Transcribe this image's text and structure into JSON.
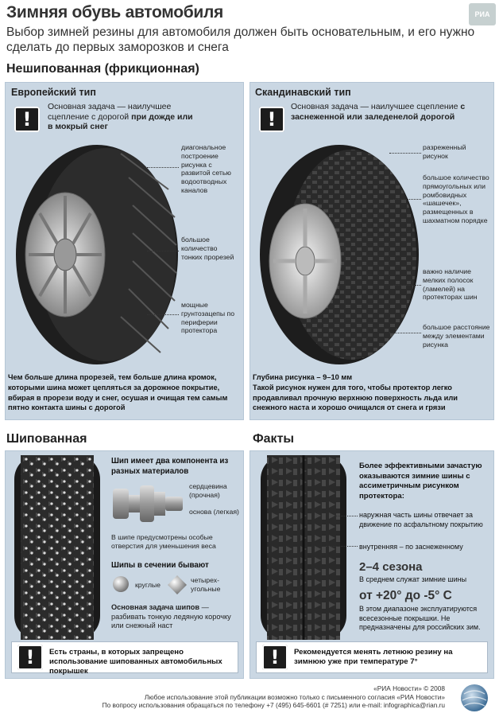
{
  "title": "Зимняя обувь автомобиля",
  "subtitle": "Выбор зимней резины для автомобиля должен быть основательным, и его нужно сделать до первых заморозков и снега",
  "logo_text": "РИА",
  "section_friction": "Нешипованная (фрикционная)",
  "european": {
    "title": "Европейский тип",
    "task_prefix": "Основная задача — наилучшее сцепление с дорогой",
    "task_bold": "при дожде или в мокрый снег",
    "note1": "диагональное построение рисунка с развитой сетью водоотводных каналов",
    "note2": "большое количество тонких прорезей",
    "note3": "мощные грунтозацепы по периферии протектора",
    "caption": "Чем больше длина прорезей, тем больше длина кромок, которыми шина может цепляться за дорожное покрытие, вбирая в прорези воду и снег, осушая и очищая тем самым пятно контакта шины с дорогой"
  },
  "scandinavian": {
    "title": "Скандинавский тип",
    "task_prefix": "Основная задача — наилучшее сцепление",
    "task_bold": "с заснеженной или заледенелой дорогой",
    "note1": "разреженный рисунок",
    "note2": "большое количество прямоугольных или ромбовидных «шашечек», размещенных в шахматном порядке",
    "note3": "важно наличие мелких полосок (ламелей) на протекторах шин",
    "note4": "большое расстояние между элементами рисунка",
    "caption_line1": "Глубина рисунка – 9–10 мм",
    "caption": "Такой рисунок нужен для того, чтобы протектор легко продавливал прочную верхнюю поверхность льда или снежного наста и хорошо очищался от снега и грязи"
  },
  "section_studded": "Шипованная",
  "studded": {
    "stud_title": "Шип имеет два компонента из разных материалов",
    "core": "сердцевина (прочная)",
    "base": "основа (легкая)",
    "holes": "В шипе предусмотрены особые отверстия для уменьшения веса",
    "shapes_title": "Шипы в сечении бывают",
    "round": "круглые",
    "quad": "четырех-угольные",
    "task_bold": "Основная задача шипов",
    "task": "— разбивать тонкую ледяную корочку или снежный наст",
    "bar": "Есть страны, в которых запрещено использование шипованных автомобильных покрышек"
  },
  "section_facts": "Факты",
  "facts": {
    "intro": "Более эффективными зачастую оказываются зимние шины с ассиметричным рисунком протектора:",
    "outer": "наружная часть шины отвечает за движение по асфальтному покрытию",
    "inner": "внутренняя – по заснеженному",
    "seasons": "2–4 сезона",
    "seasons_note": "В среднем служат зимние шины",
    "temp": "от +20° до -5° С",
    "temp_note": "В этом диапазоне эксплуатируются всесезонные покрышки. Не предназначены для российских зим.",
    "bar": "Рекомендуется менять летнюю резину на зимнюю уже при температуре 7°"
  },
  "footer": {
    "copyright": "«РИА Новости» © 2008",
    "line1": "Любое использование этой публикации возможно только с письменного согласия «РИА Новости»",
    "line2": "По вопросу использования обращаться по телефону +7 (495) 645-6601 (# 7251) или e-mail: infographica@rian.ru"
  },
  "colors": {
    "panel": "#cad7e3",
    "accent": "#1c1c1c"
  }
}
